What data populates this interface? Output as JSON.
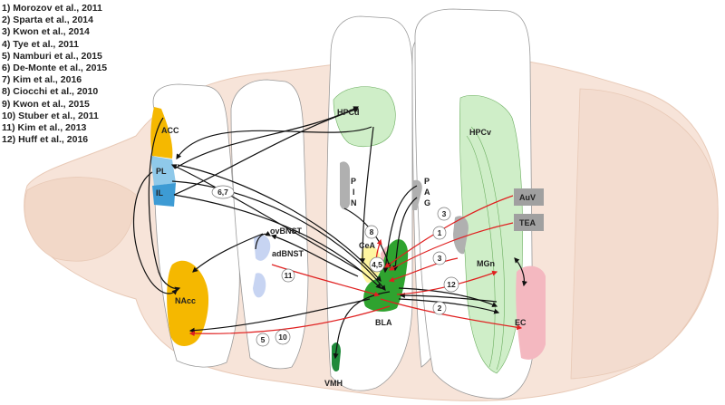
{
  "references": [
    "1) Morozov et al., 2011",
    "2) Sparta et al., 2014",
    "3) Kwon et al., 2014",
    "4) Tye et al., 2011",
    "5) Namburi et al., 2015",
    "6) De-Monte et al., 2015",
    "7) Kim et al., 2016",
    "8) Ciocchi et al., 2010",
    "9) Kwon et al., 2015",
    "10) Stuber et al., 2011",
    "11) Kim et al., 2013",
    "12) Huff et al., 2016"
  ],
  "regions": {
    "acc": "ACC",
    "pl": "PL",
    "il": "IL",
    "nacc": "NAcc",
    "ovbnst": "ovBNST",
    "adbnst": "adBNST",
    "hpcd": "HPCd",
    "pin_letters": [
      "P",
      "I",
      "N"
    ],
    "pag_letters": [
      "P",
      "A",
      "G"
    ],
    "cea": "CeA",
    "bla": "BLA",
    "vmh": "VMH",
    "hpcv": "HPCv",
    "auv": "AuV",
    "tea": "TEA",
    "mgn": "MGn",
    "ec": "EC"
  },
  "pathway_labels": {
    "p67": "6,7",
    "p11": "11",
    "p8": "8",
    "p45": "4,5",
    "p3a": "3",
    "p1": "1",
    "p3b": "3",
    "p12": "12",
    "p2": "2",
    "p5": "5",
    "p10": "10"
  },
  "colors": {
    "brain": "#f7e4d9",
    "brain_edge": "#e8c9b6",
    "prefrontal_orange": "#f5b800",
    "prefrontal_blue": "#3d9bd4",
    "amygdala_green": "#2fa32f",
    "hippocampus_green": "#cfeec8",
    "bnst_blue": "#c7d4f2",
    "red_arrow": "#e02020",
    "black_arrow": "#111111",
    "pink": "#f4b8c0",
    "gray": "#a0a0a0"
  }
}
